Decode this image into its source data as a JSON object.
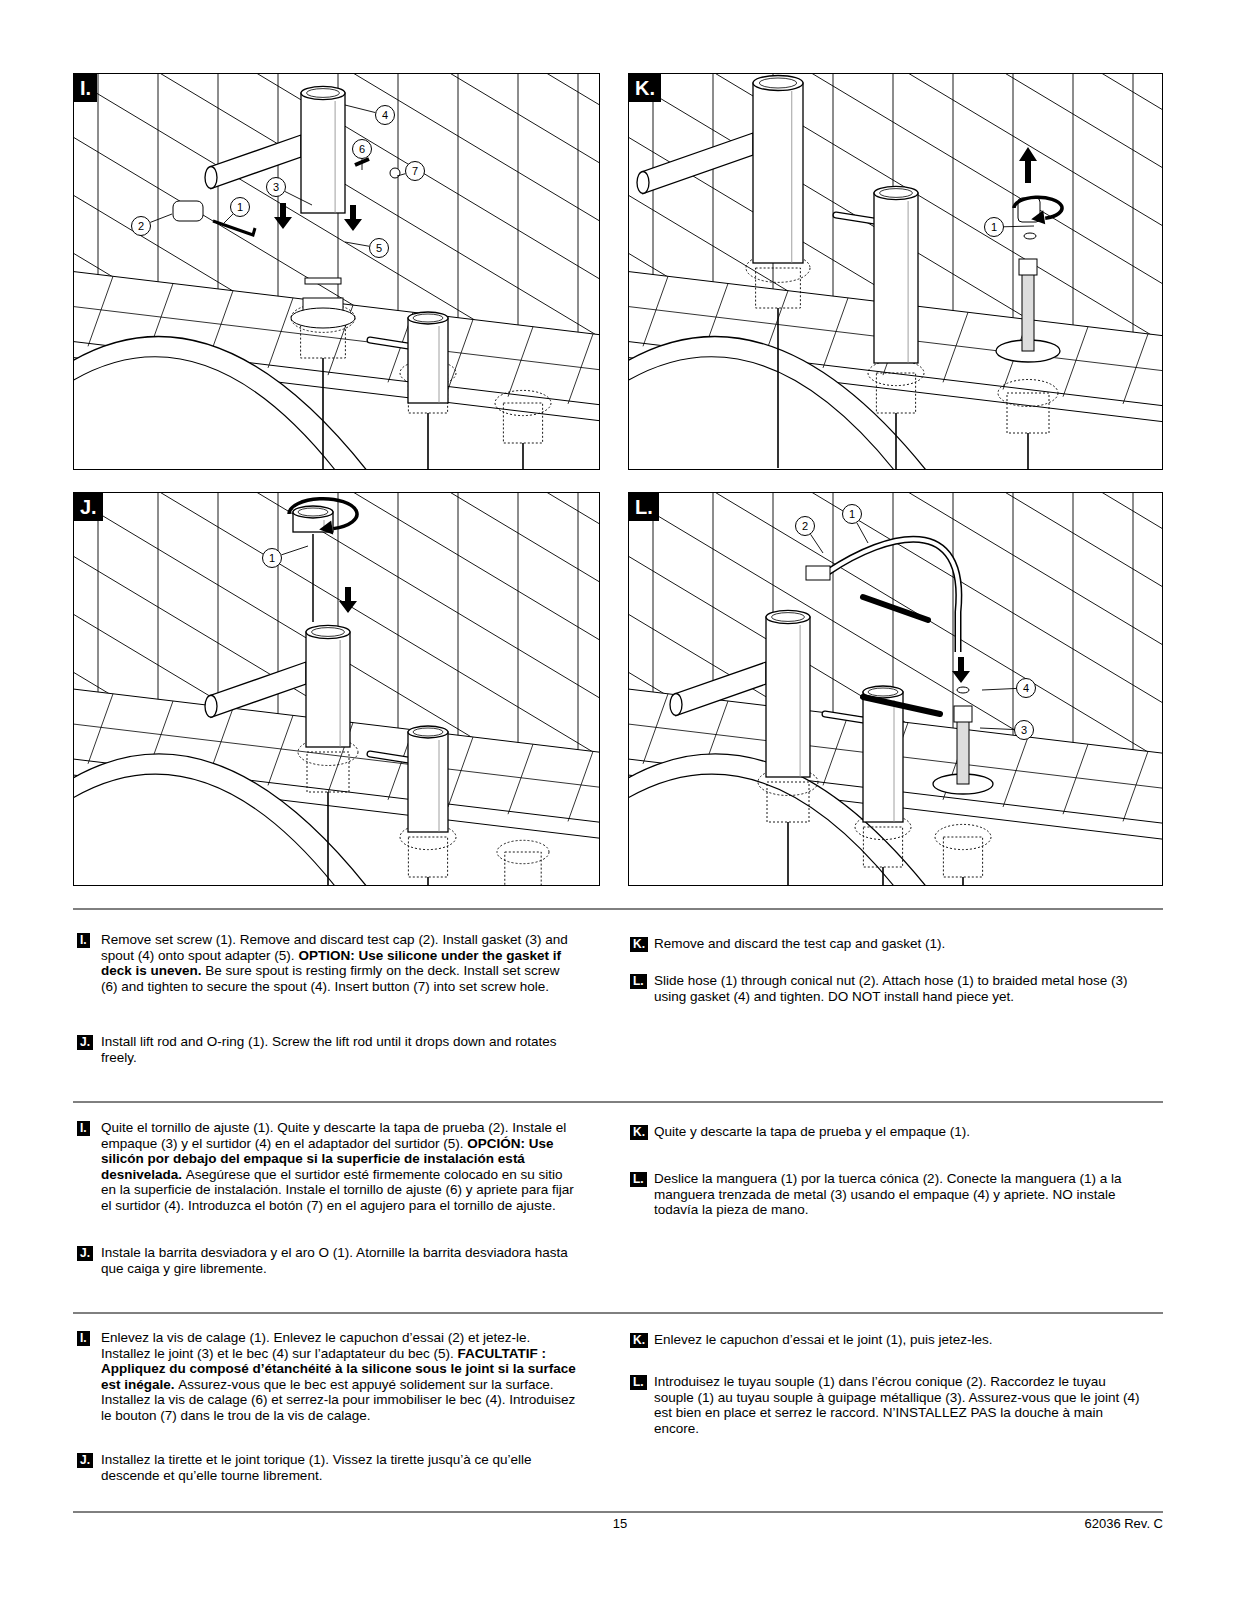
{
  "diagram": {
    "nodes": [
      {
        "text": [
          "I."
        ]
      },
      {
        "text": [
          "J."
        ]
      },
      {
        "text": [
          "K."
        ]
      },
      {
        "text": [
          "L."
        ]
      }
    ],
    "labels": [
      "4",
      "6",
      "7",
      "3",
      "1",
      "2",
      "5",
      "1",
      "1",
      "1",
      "2",
      "4",
      "3",
      "I.",
      "Remove set screw (1). Remove and discard test cap (2). Install gasket (3) and spout (4) onto spout adapter (5).",
      "OPTION: Use silicone under the gasket if deck is uneven.",
      "Be sure spout is resting firmly on the deck. Install set screw (6) and tighten to secure the spout (4). Insert button (7) into set screw hole.",
      "J.",
      "Install lift rod and O-ring (1). Screw the lift rod until it drops down and rotates freely.",
      "K.",
      "Remove and discard the test cap and gasket (1).",
      "L.",
      "Slide hose (1) through conical nut (2). Attach hose (1) to braided metal hose (3) using gasket (4) and tighten. DO NOT install hand piece yet.",
      "I.",
      "Quite el tornillo de ajuste (1). Quite y descarte la tapa de prueba (2). Instale el empaque (3) y el surtidor (4) en el adaptador del surtidor (5).",
      "OPCIÓN: Use silicón por debajo del empaque si la superficie de instalación está desnivelada.",
      "Asegúrese que el surtidor esté firmemente colocado en su sitio en la superficie de instalación. Instale el tornillo de ajuste (6) y apriete para fijar el surtidor (4). Introduzca el botón (7) en el agujero para el tornillo de ajuste.",
      "J.",
      "Instale la barrita desviadora y el aro O (1). Atornille la barrita desviadora hasta que caiga y gire libremente.",
      "K.",
      "Quite y descarte la tapa de prueba y el empaque (1).",
      "L.",
      "Deslice la manguera (1) por la tuerca cónica (2). Conecte la manguera (1) a la manguera trenzada de metal (3) usando el empaque (4) y apriete. NO instale todavía la pieza de mano.",
      "I.",
      "Enlevez la vis de calage (1). Enlevez le capuchon d’essai (2) et jetez-le. Installez le joint (3) et le bec (4) sur l’adaptateur du bec (5).",
      "FACULTATIF : Appliquez du composé d’étanchéité à la silicone sous le joint si la surface est inégale.",
      "Assurez-vous que le bec est appuyé solidement sur la surface. Installez la vis de calage (6) et serrez-la pour immobiliser le bec (4). Introduisez le bouton (7) dans le trou de la vis de calage.",
      "J.",
      "Installez la tirette et le joint torique (1). Vissez la tirette jusqu’à ce qu’elle descende et qu’elle tourne librement.",
      "K.",
      "Enlevez le capuchon d’essai et le joint (1), puis jetez-les.",
      "L.",
      "Introduisez le tuyau souple (1) dans l’écrou conique (2). Raccordez le tuyau souple (1) au tuyau souple à guipage métallique (3). Assurez-vous que le joint (4) est bien en place et serrez le raccord. N’INSTALLEZ PAS la douche à main encore.",
      "15",
      "62036 Rev. C"
    ]
  }
}
